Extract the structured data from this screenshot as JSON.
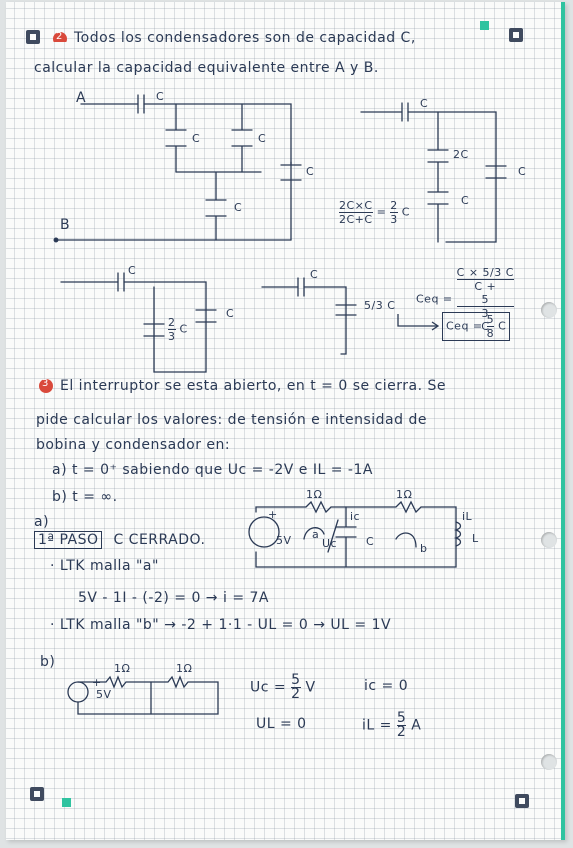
{
  "problem2": {
    "number": "2",
    "line1": "Todos los condensadores son de capacidad C,",
    "line2": "calcular la capacidad equivalente entre A y B.",
    "label_a": "A",
    "label_b": "B",
    "cap": "C",
    "cap_2c": "2C",
    "calc_num": "2C×C",
    "calc_den": "2C+C",
    "calc_eq": "=",
    "calc_res_num": "2",
    "calc_res_den": "3",
    "calc_res_unit": "C",
    "frac_2_3_num": "2",
    "frac_2_3_den": "3",
    "cap_53": "5/3 C",
    "ceq_label": "Ceq =",
    "ceq_num": "C × 5/3 C",
    "ceq_den_a": "C +",
    "ceq_den_num": "5",
    "ceq_den_den": "3",
    "ceq_den_unit": "C",
    "final_label": "Ceq =",
    "final_num": "5",
    "final_den": "8",
    "final_unit": "C"
  },
  "problem3": {
    "number": "3",
    "line1": "El interruptor se esta abierto, en t = 0 se cierra. Se",
    "line2": "pide calcular los valores: de tensión e intensidad de",
    "line3": "bobina y condensador en:",
    "item_a": "a) t = 0⁺ sabiendo que Uc = -2V e IL = -1A",
    "item_b": "b) t = ∞.",
    "part_a": "a)",
    "step1": "1ª PASO",
    "closed": "C CERRADO.",
    "ltk_a": "· LTK malla \"a\"",
    "eq1": "5V - 1I - (-2) = 0  →  i = 7A",
    "eq2": "· LTK malla \"b\" → -2 + 1·1 - UL = 0 → UL = 1V",
    "source_plus": "+",
    "source_v": "5V",
    "r_label": "1Ω",
    "ic": "ic",
    "il": "iL",
    "uc": "Uc",
    "l_label": "L",
    "mesh_a": "a",
    "mesh_b": "b",
    "part_b": "b)",
    "uc_res_label": "Uc =",
    "uc_res_num": "5",
    "uc_res_den": "2",
    "uc_res_unit": "V",
    "ic_res": "ic = 0",
    "ul_res": "UL = 0",
    "il_res_label": "iL =",
    "il_res_num": "5",
    "il_res_den": "2",
    "il_res_unit": "A"
  },
  "colors": {
    "ink": "#2b3a55",
    "accent": "#d9493b",
    "margin": "#2fc3a0"
  }
}
